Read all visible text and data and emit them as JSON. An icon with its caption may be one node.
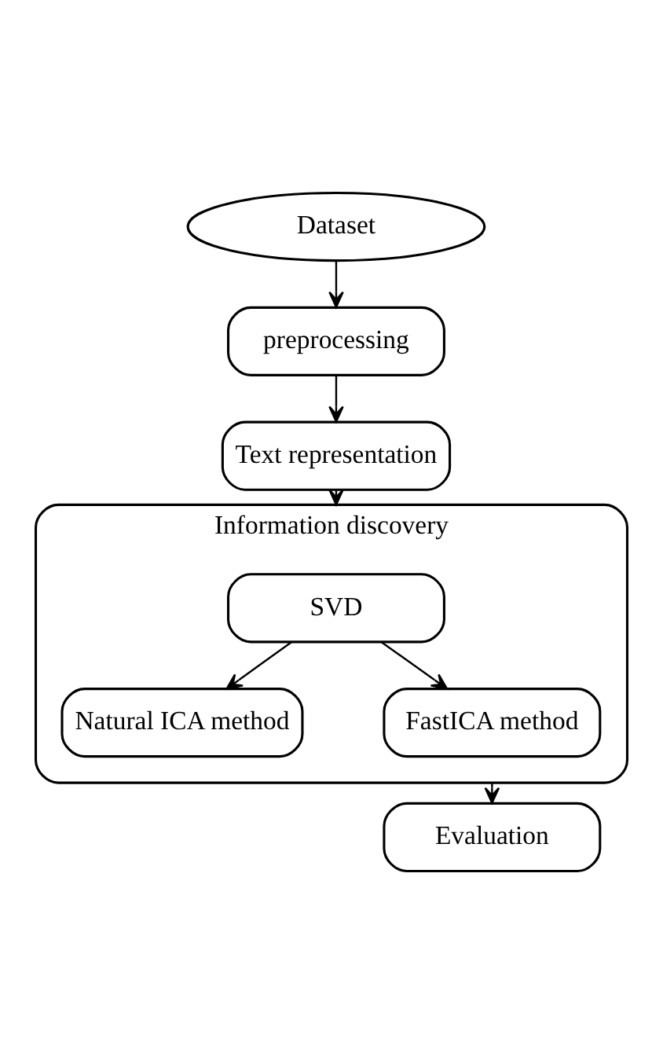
{
  "diagram": {
    "nodes": [
      {
        "text": [
          "Dataset"
        ]
      },
      {
        "text": [
          "preprocessing"
        ]
      },
      {
        "text": [
          "Text representation"
        ]
      },
      {
        "text": [
          "Information discovery"
        ]
      },
      {
        "text": [
          "SVD"
        ],
        "in": 3
      },
      {
        "text": [
          "Natural ICA method"
        ],
        "in": 3
      },
      {
        "text": [
          "FastICA method"
        ],
        "in": 3
      },
      {
        "text": [
          "Evaluation"
        ]
      }
    ],
    "edges": [
      {
        "from": 0,
        "to": 1,
        "arrow": "to"
      },
      {
        "from": 1,
        "to": 2,
        "arrow": "to"
      },
      {
        "from": 2,
        "to": 3,
        "arrow": "to"
      },
      {
        "from": 4,
        "to": 5,
        "arrow": "to"
      },
      {
        "from": 4,
        "to": 6,
        "arrow": "to"
      },
      {
        "from": 3,
        "to": 7,
        "arrow": "to"
      }
    ]
  }
}
